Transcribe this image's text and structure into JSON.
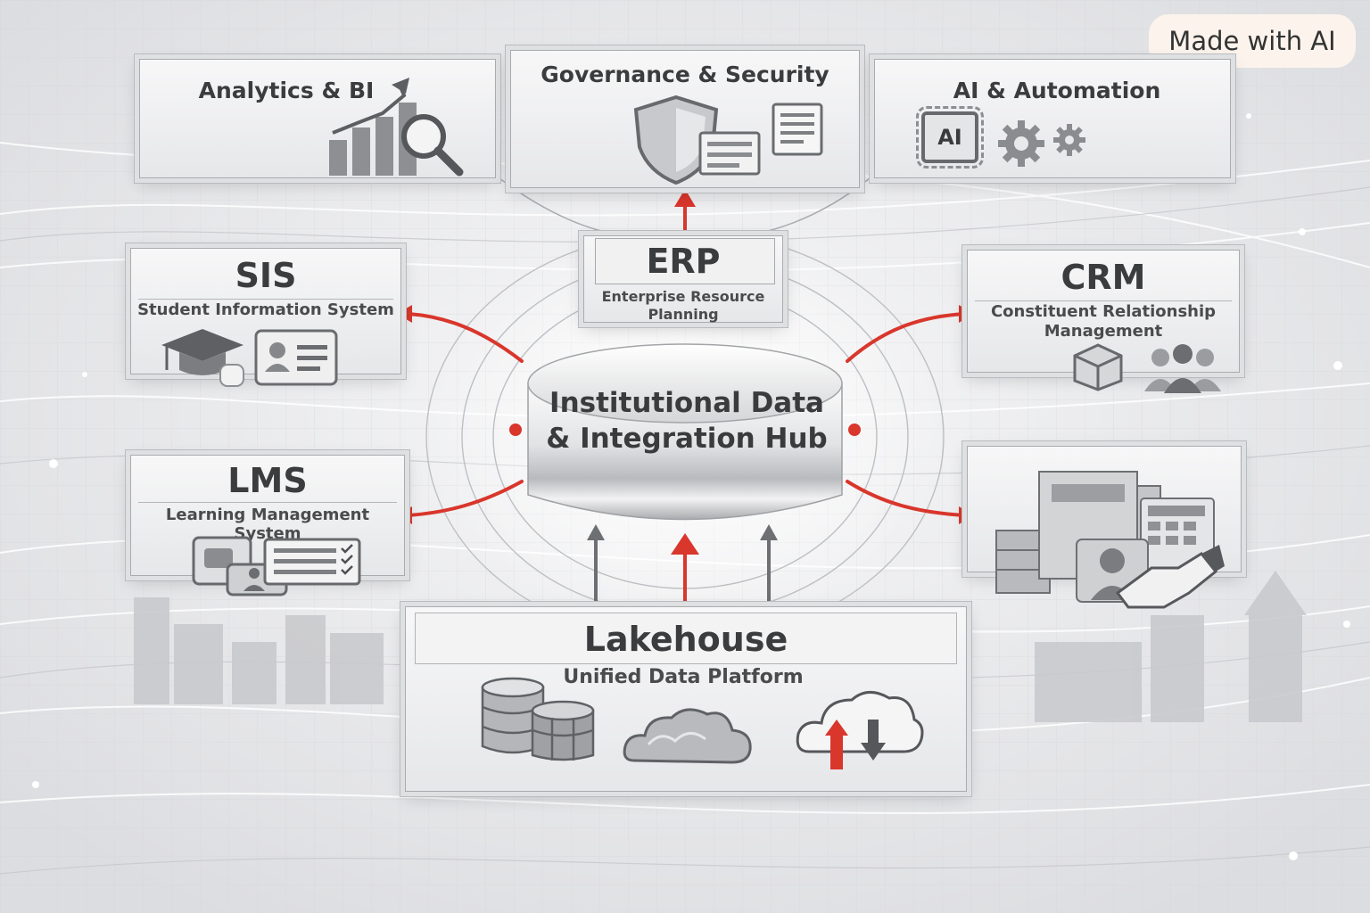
{
  "badge": {
    "text": "Made with AI"
  },
  "hub": {
    "line1": "Institutional Data",
    "line2": "& Integration Hub"
  },
  "top": {
    "analytics": {
      "title": "Analytics & BI"
    },
    "governance": {
      "title": "Governance & Security"
    },
    "ai": {
      "title": "AI & Automation",
      "chip_text": "AI"
    }
  },
  "erp": {
    "title": "ERP",
    "line1": "Enterprise Resource",
    "line2": "Planning"
  },
  "sis": {
    "title": "SIS",
    "subtitle": "Student Information System"
  },
  "crm": {
    "title": "CRM",
    "line1": "Constituent Relationship",
    "line2": "Management"
  },
  "lms": {
    "title": "LMS",
    "subtitle": "Learning Management System"
  },
  "lakehouse": {
    "title": "Lakehouse",
    "subtitle": "Unified Data Platform"
  },
  "colors": {
    "accent": "#d9362c",
    "panel": "#eeeff1",
    "text": "#3b3c3e"
  }
}
